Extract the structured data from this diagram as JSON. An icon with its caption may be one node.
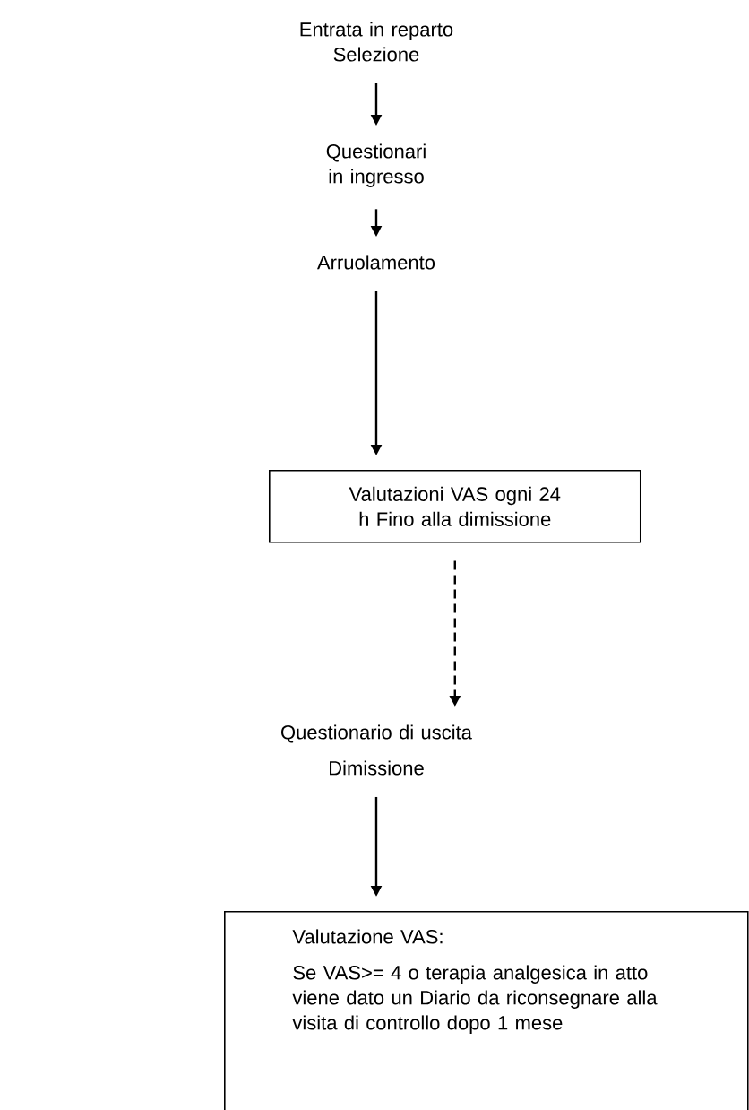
{
  "diagram": {
    "nodes": [
      {
        "text": [
          "Entrata in reparto Selezione"
        ]
      },
      {
        "text": [
          "Questionari in ingresso"
        ]
      },
      {
        "text": [
          "Arruolamento"
        ]
      },
      {
        "text": [
          "Valutazioni VAS ogni 24 h Fino alla dimissione"
        ]
      },
      {
        "text": [
          "Questionario di uscita",
          "Dimissione"
        ]
      },
      {
        "text": [
          "Valutazione VAS:",
          "Se VAS>= 4 o terapia analgesica in atto viene dato un Diario da riconsegnare alla visita di controllo dopo 1 mese"
        ]
      }
    ],
    "edges": [
      {
        "from": 0,
        "to": 1,
        "arrow": "to"
      },
      {
        "from": 1,
        "to": 2,
        "arrow": "to"
      },
      {
        "from": 2,
        "to": 3,
        "arrow": "to"
      },
      {
        "from": 3,
        "to": 4,
        "arrow": "to",
        "style": "dashed"
      },
      {
        "from": 4,
        "to": 5,
        "arrow": "to"
      }
    ]
  }
}
